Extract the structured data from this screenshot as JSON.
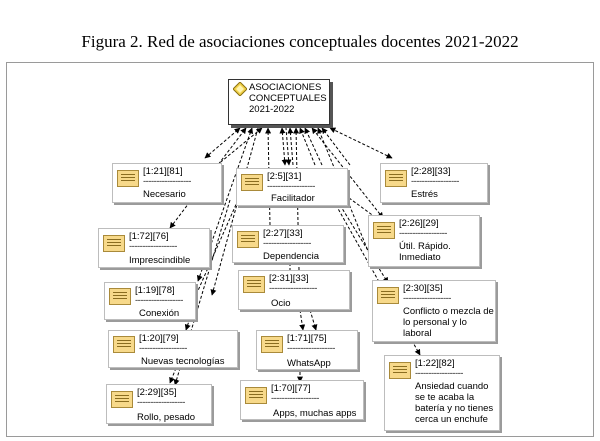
{
  "figure_title": "Figura 2. Red de asociaciones conceptuales docentes 2021-2022",
  "root": {
    "lines": [
      "ASOCIACIONES",
      "CONCEPTUALES",
      "2021-2022"
    ]
  },
  "dash": "------------------",
  "nodes": {
    "necesario": {
      "code": "[1:21][81]",
      "label": "Necesario"
    },
    "facilitador": {
      "code": "[2:5][31]",
      "label": "Facilitador"
    },
    "estres": {
      "code": "[2:28][33]",
      "label": "Estrés"
    },
    "imprescindible": {
      "code": "[1:72][76]",
      "label": "Imprescindible"
    },
    "dependencia": {
      "code": "[2:27][33]",
      "label": "Dependencia"
    },
    "util": {
      "code": "[2:26][29]",
      "label": "Útil. Rápido. Inmediato"
    },
    "conexion": {
      "code": "[1:19][78]",
      "label": "Conexión"
    },
    "ocio": {
      "code": "[2:31][33]",
      "label": "Ocio"
    },
    "conflicto": {
      "code": "[2:30][35]",
      "label": "Conflicto o mezcla de lo personal y lo laboral"
    },
    "nuevas": {
      "code": "[1:20][79]",
      "label": "Nuevas tecnologías"
    },
    "whatsapp": {
      "code": "[1:71][75]",
      "label": "WhatsApp"
    },
    "ansiedad": {
      "code": "[1:22][82]",
      "label": "Ansiedad cuando se te acaba la batería y no tienes cerca un enchufe"
    },
    "rollo": {
      "code": "[2:29][35]",
      "label": "Rollo, pesado"
    },
    "apps": {
      "code": "[1:70][77]",
      "label": "Apps, muchas apps"
    }
  }
}
